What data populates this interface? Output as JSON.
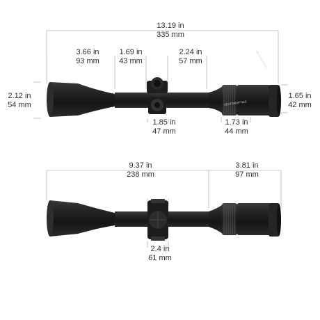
{
  "dimensions_top": {
    "overall_length": {
      "in": "13.19 in",
      "mm": "335 mm"
    },
    "objective_bell": {
      "in": "3.66 in",
      "mm": "93 mm"
    },
    "front_tube": {
      "in": "1.69 in",
      "mm": "43 mm"
    },
    "rear_tube": {
      "in": "2.24  in",
      "mm": "57 mm"
    },
    "objective_diameter": {
      "in": "2.12 in",
      "mm": "54 mm"
    },
    "eyepiece_diameter": {
      "in": "1.65 in",
      "mm": "42 mm"
    },
    "turret_width": {
      "in": "1.85 in",
      "mm": "47 mm"
    },
    "magnification_ring": {
      "in": "1.73 in",
      "mm": "44 mm"
    }
  },
  "dimensions_bottom": {
    "objective_to_ring": {
      "in": "9.37 in",
      "mm": "238 mm"
    },
    "eyepiece_length": {
      "in": "3.81 in",
      "mm": "97 mm"
    },
    "turret_height": {
      "in": "2.4 in",
      "mm": "61 mm"
    }
  },
  "scope_marking": "VECTOROPTICS",
  "colors": {
    "scope_body": "#1c1c1c",
    "guide_lines": "#b5b5b5",
    "text": "#2e2e2e"
  }
}
